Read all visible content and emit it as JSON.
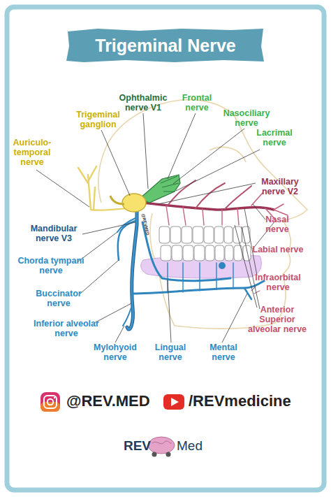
{
  "diagram": {
    "title": "Trigeminal Nerve",
    "labels": [
      "Ophthalmic nerve V1",
      "Frontal nerve",
      "Trigeminal ganglion",
      "Nasociliary nerve",
      "Auriculo- temporal nerve",
      "Lacrimal nerve",
      "Maxillary nerve V2",
      "Nasal nerve",
      "Mandibular nerve V3",
      "Labial nerve",
      "Chorda tympani nerve",
      "Infraorbital nerve",
      "Buccinator nerve",
      "Anterior Superior alveolar nerve",
      "Inferior alveolar nerve",
      "Mylohyoid nerve",
      "Lingual nerve",
      "Mental nerve",
      "@REVMED",
      "@REV.MED",
      "/REVmedicine",
      "REV",
      "Med"
    ]
  }
}
